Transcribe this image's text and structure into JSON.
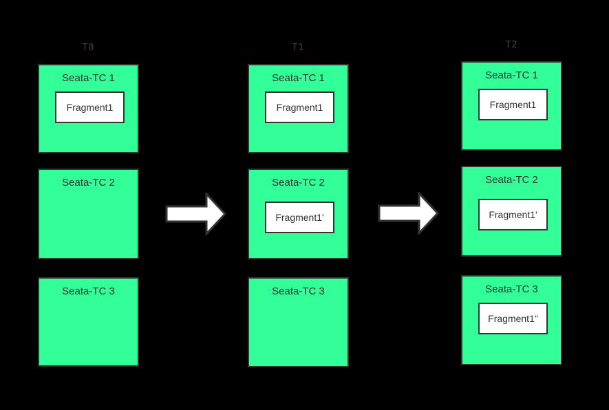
{
  "diagram": {
    "background_color": "#000000",
    "node_fill_color": "#33FF99",
    "node_border_color": "#333333",
    "fragment_fill_color": "#FFFFFF",
    "fragment_border_color": "#333333",
    "node_label_color": "#333333",
    "time_label_color": "#454545",
    "arrow_fill_color": "#FFFFFF",
    "arrow_border_color": "#333333",
    "columns": [
      {
        "time_label": "T0",
        "nodes": [
          {
            "label": "Seata-TC 1",
            "fragment": "Fragment1"
          },
          {
            "label": "Seata-TC 2"
          },
          {
            "label": "Seata-TC 3"
          }
        ]
      },
      {
        "time_label": "T1",
        "nodes": [
          {
            "label": "Seata-TC 1",
            "fragment": "Fragment1"
          },
          {
            "label": "Seata-TC 2",
            "fragment": "Fragment1'"
          },
          {
            "label": "Seata-TC 3"
          }
        ]
      },
      {
        "time_label": "T2",
        "nodes": [
          {
            "label": "Seata-TC 1",
            "fragment": "Fragment1"
          },
          {
            "label": "Seata-TC 2",
            "fragment": "Fragment1'"
          },
          {
            "label": "Seata-TC 3",
            "fragment": "Fragment1\""
          }
        ]
      }
    ],
    "arrows": [
      {
        "icon": "arrow-right",
        "from": "T0",
        "to": "T1"
      },
      {
        "icon": "arrow-right",
        "from": "T1",
        "to": "T2"
      }
    ]
  }
}
